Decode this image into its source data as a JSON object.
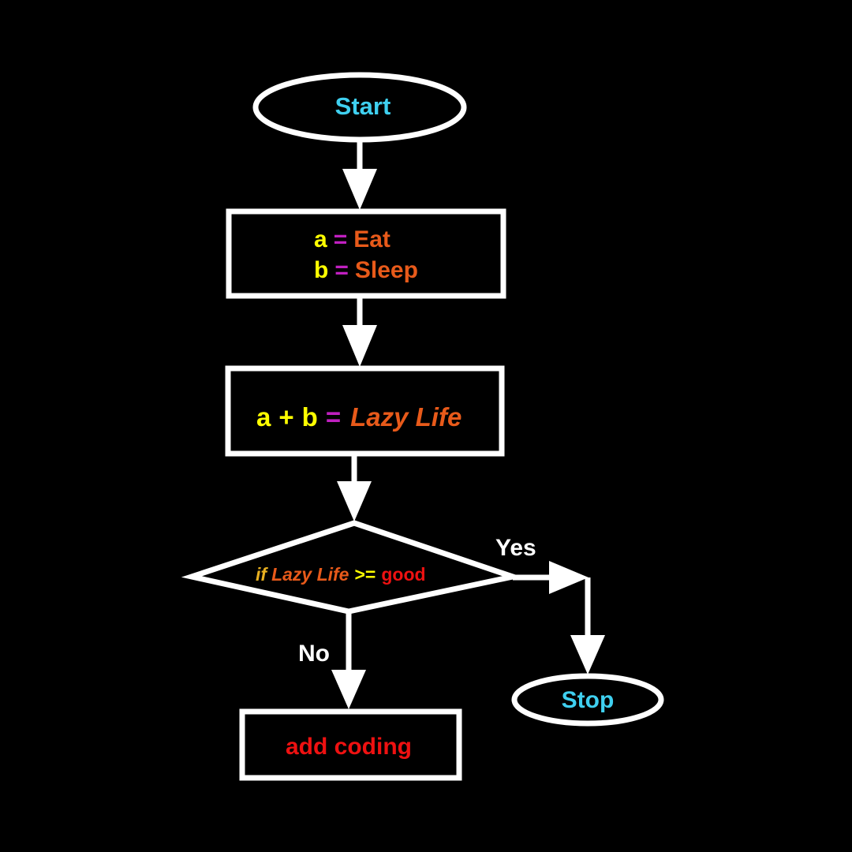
{
  "colors": {
    "background": "#000000",
    "stroke": "#ffffff",
    "terminal_text": "#3fd0f0",
    "variable": "#ffff00",
    "operator": "#c020c0",
    "value": "#e85a1a",
    "highlight": "#ee1111",
    "label": "#ffffff"
  },
  "start": {
    "label": "Start"
  },
  "assign": {
    "line1": {
      "var": "a",
      "op": "=",
      "value": "Eat"
    },
    "line2": {
      "var": "b",
      "op": "=",
      "value": "Sleep"
    }
  },
  "sum": {
    "a": "a",
    "plus": "+",
    "b": "b",
    "op": "=",
    "result": "Lazy Life"
  },
  "decision": {
    "if": "if",
    "subject": "Lazy Life",
    "op": ">=",
    "target": "good"
  },
  "branches": {
    "yes": "Yes",
    "no": "No"
  },
  "stop": {
    "label": "Stop"
  },
  "action": {
    "label": "add coding"
  }
}
